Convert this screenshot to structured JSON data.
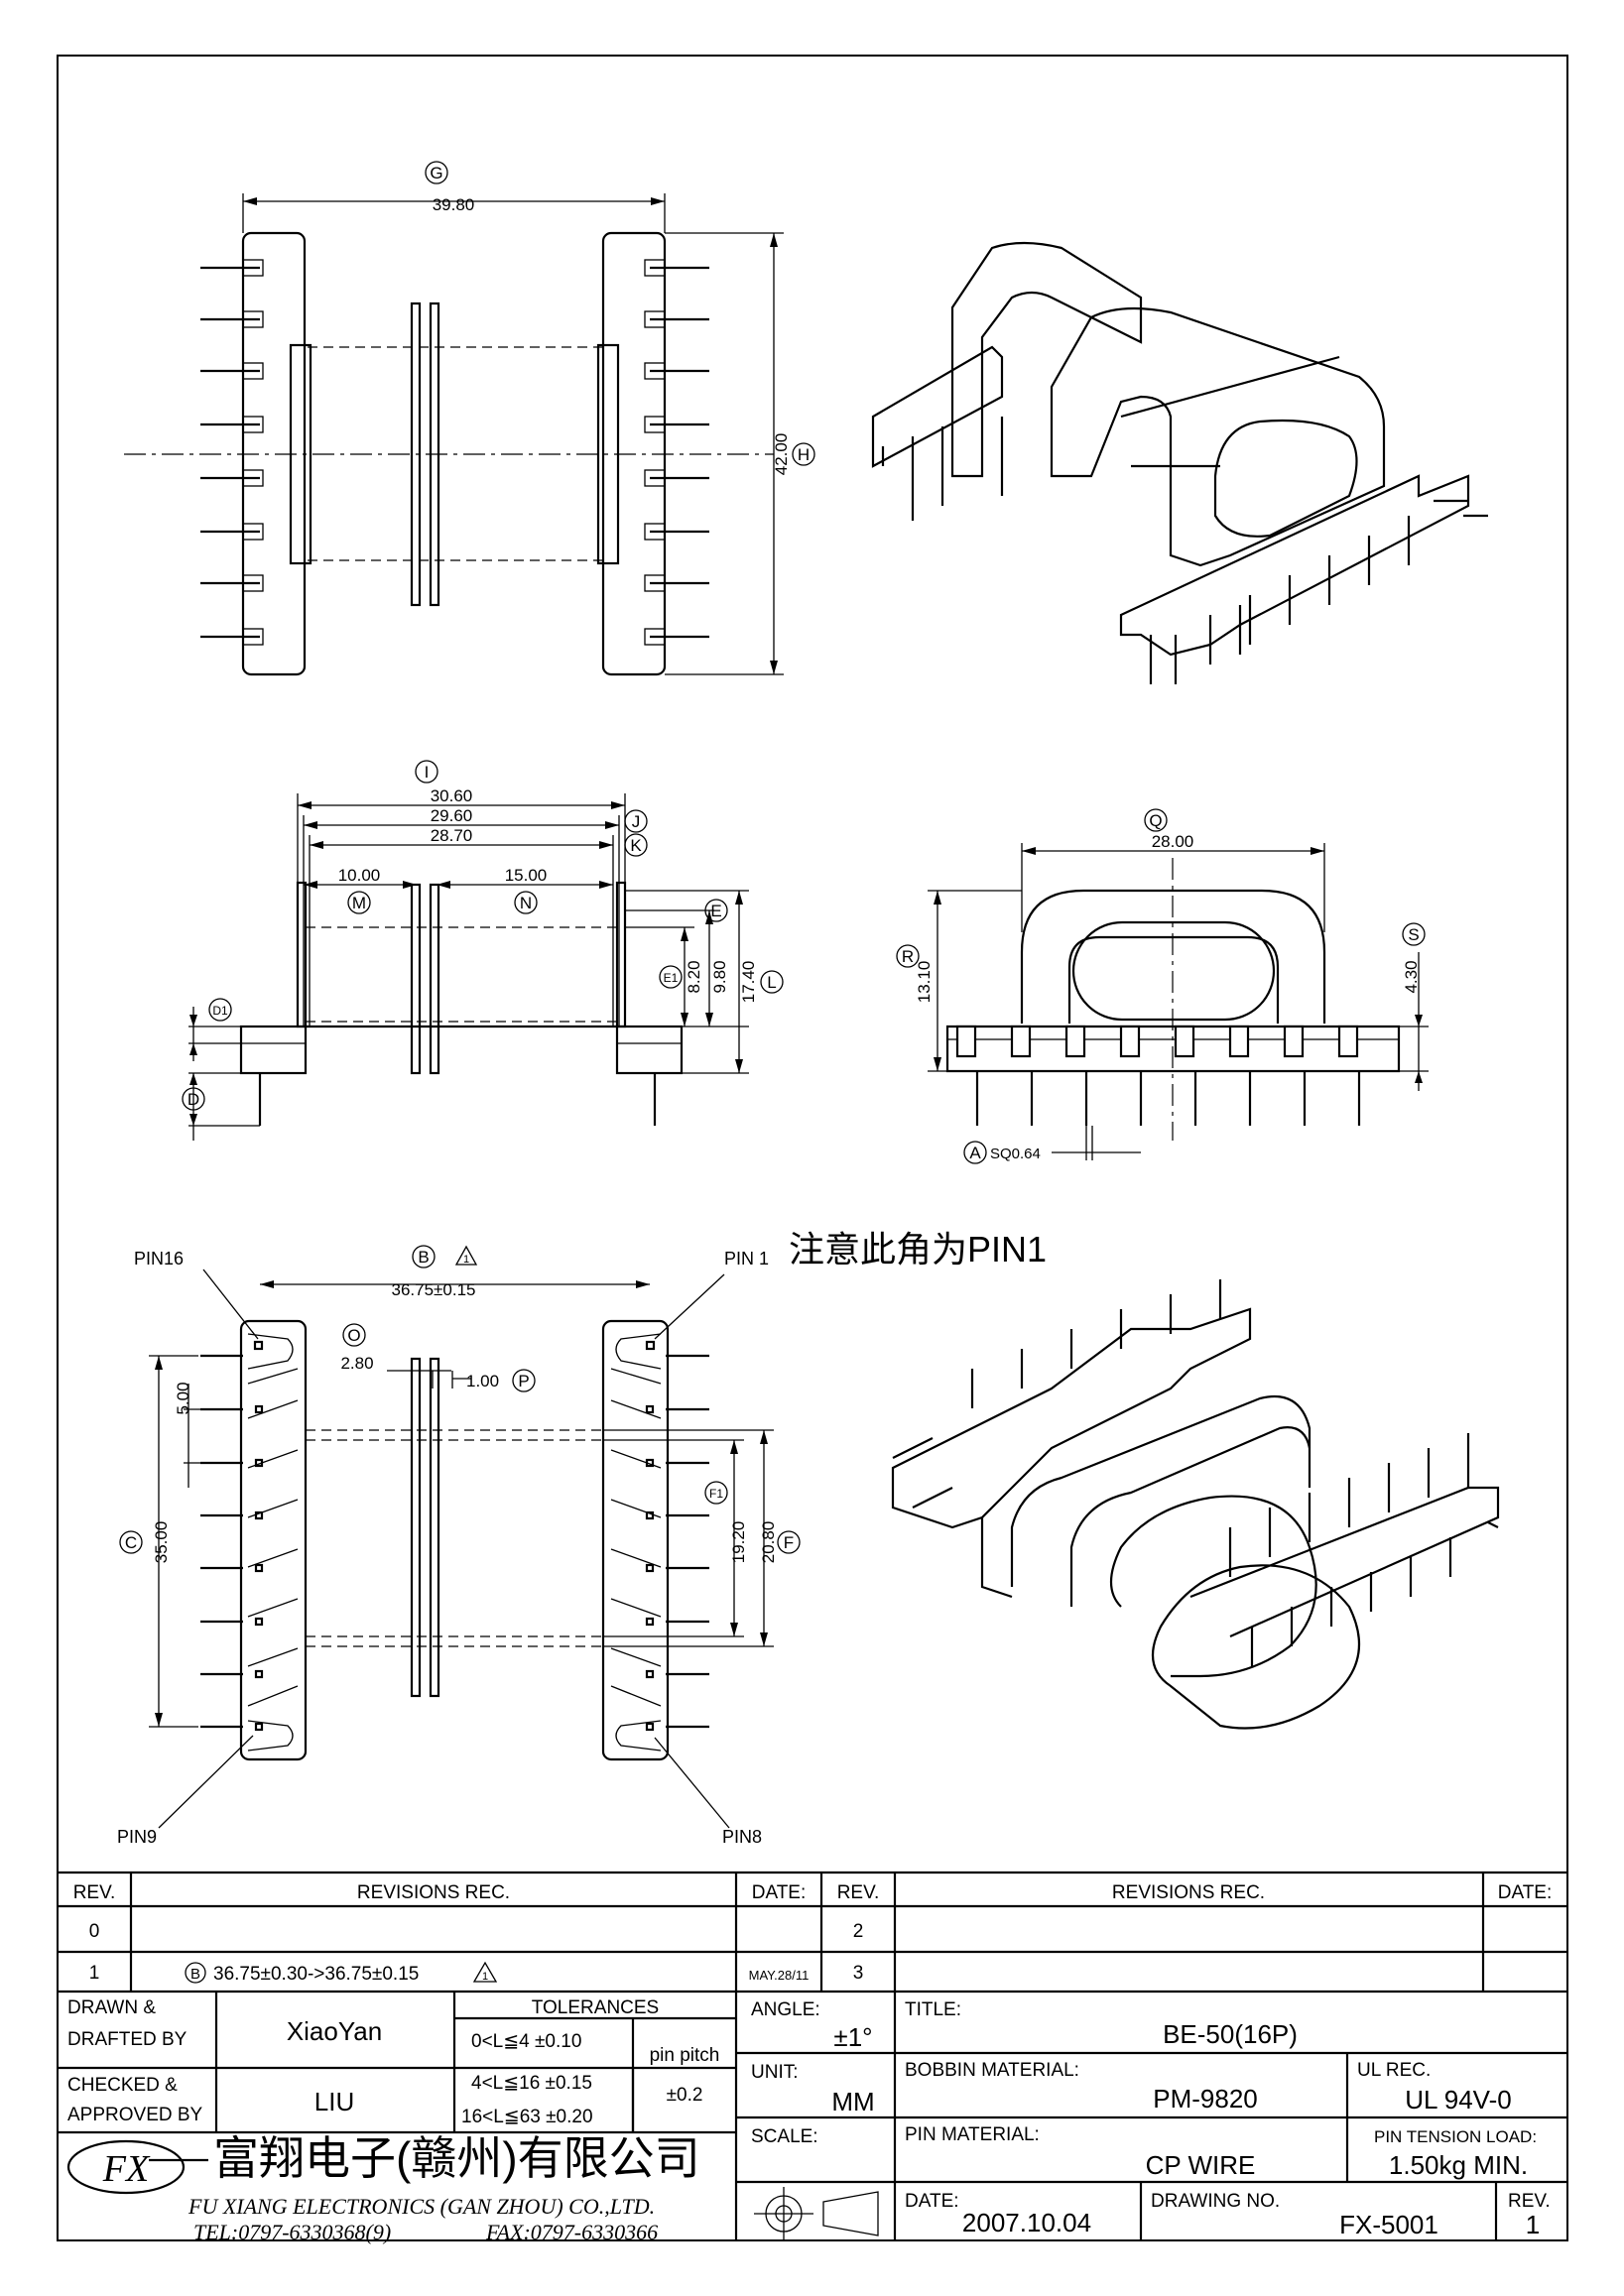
{
  "views": {
    "top": {
      "dim_g": "39.80",
      "dim_h": "42.00",
      "tag_g": "G",
      "tag_h": "H"
    },
    "side": {
      "dim_i": "30.60",
      "dim_j": "29.60",
      "dim_k": "28.70",
      "dim_m": "10.00",
      "dim_n": "15.00",
      "dim_e1": "8.20",
      "dim_e": "9.80",
      "dim_l": "17.40",
      "tag_i": "I",
      "tag_j": "J",
      "tag_k": "K",
      "tag_m": "M",
      "tag_n": "N",
      "tag_e": "E",
      "tag_e1": "E1",
      "tag_l": "L",
      "tag_d1": "D1",
      "tag_d": "D"
    },
    "end": {
      "dim_q": "28.00",
      "dim_r": "13.10",
      "dim_s": "4.30",
      "tag_q": "Q",
      "tag_r": "R",
      "tag_s": "S",
      "tag_a": "A",
      "pin_size": "SQ0.64"
    },
    "bottom": {
      "dim_b": "36.75±0.15",
      "dim_o": "2.80",
      "dim_p": "1.00",
      "dim_pitch": "5.00",
      "dim_c": "35.00",
      "dim_f1": "19.20",
      "dim_f": "20.80",
      "tag_b": "B",
      "tag_o": "O",
      "tag_p": "P",
      "tag_c": "C",
      "tag_f1": "F1",
      "tag_f": "F",
      "pin16": "PIN16",
      "pin1": "PIN 1",
      "pin1_note": "注意此角为PIN1",
      "pin9": "PIN9",
      "pin8": "PIN8"
    }
  },
  "revisions": {
    "headers": [
      "REV.",
      "REVISIONS   REC.",
      "DATE:",
      "REV.",
      "REVISIONS   REC.",
      "DATE:"
    ],
    "rows": [
      {
        "rev": "0",
        "rec": "",
        "date": "",
        "rev2": "2",
        "rec2": "",
        "date2": ""
      },
      {
        "rev": "1",
        "rec": "36.75±0.30->36.75±0.15",
        "rec_tag": "B",
        "date": "MAY.28/11",
        "rev2": "3",
        "rec2": "",
        "date2": ""
      }
    ]
  },
  "title_block": {
    "drawn_label_1": "DRAWN  &",
    "drawn_label_2": "DRAFTED BY",
    "drawn_by": "XiaoYan",
    "checked_label_1": "CHECKED &",
    "checked_label_2": "APPROVED BY",
    "checked_by": "LIU",
    "tolerances_label": "TOLERANCES",
    "tolerances": [
      "0<L≦4    ±0.10",
      "4<L≦16  ±0.15",
      "16<L≦63  ±0.20"
    ],
    "pin_pitch_label": "pin pitch",
    "pin_pitch_value": "±0.2",
    "angle_label": "ANGLE:",
    "angle_value": "±1°",
    "unit_label": "UNIT:",
    "unit_value": "MM",
    "scale_label": "SCALE:",
    "title_label": "TITLE:",
    "title_value": "BE-50(16P)",
    "bobbin_material_label": "BOBBIN MATERIAL:",
    "bobbin_material_value": "PM-9820",
    "ul_rec_label": "UL REC.",
    "ul_rec_value": "UL 94V-0",
    "pin_material_label": "PIN MATERIAL:",
    "pin_material_value": "CP WIRE",
    "pin_tension_label": "PIN TENSION LOAD:",
    "pin_tension_value": "1.50kg MIN.",
    "date_label": "DATE:",
    "date_value": "2007.10.04",
    "drawing_no_label": "DRAWING NO.",
    "drawing_no_value": "FX-5001",
    "rev_label": "REV.",
    "rev_value": "1",
    "company_cn": "富翔电子(赣州)有限公司",
    "company_en": "FU XIANG ELECTRONICS (GAN ZHOU) CO.,LTD.",
    "tel": "TEL:0797-6330368(9)",
    "fax": "FAX:0797-6330366",
    "logo_text": "FX"
  }
}
